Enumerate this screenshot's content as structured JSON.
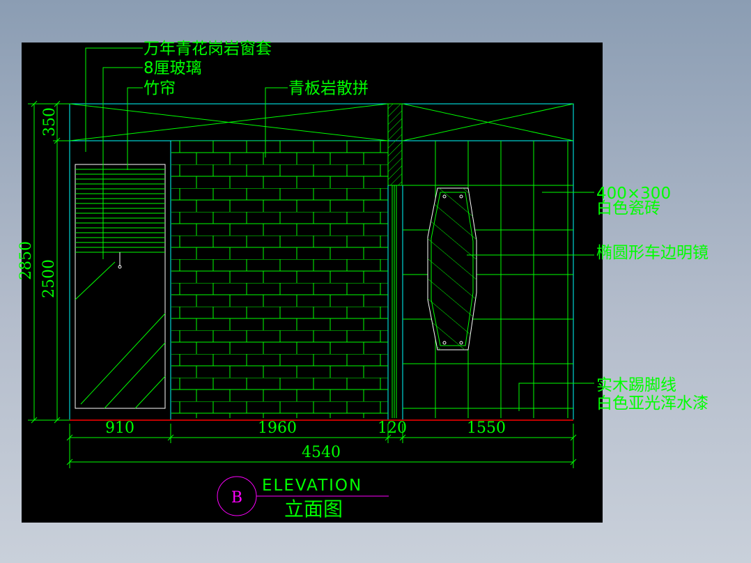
{
  "labels": {
    "window_frame": "万年青花岗岩窗套",
    "glass": "8厘玻璃",
    "bamboo_blind": "竹帘",
    "slate_wall": "青板岩散拼",
    "tile_size": "400×300",
    "tile_desc": "白色瓷砖",
    "mirror": "椭圆形车边明镜",
    "skirting": "实木踢脚线",
    "paint": "白色亚光浑水漆"
  },
  "dimensions": {
    "top_band": "350",
    "total_height": "2850",
    "wall_height": "2500",
    "seg1": "910",
    "seg2": "1960",
    "seg3": "120",
    "seg4": "1550",
    "total_width": "4540"
  },
  "title": {
    "marker": "B",
    "english": "ELEVATION",
    "chinese": "立面图"
  },
  "colors": {
    "line": "#00ff00",
    "outline": "#00ffff",
    "floor": "#ff0000",
    "title_ring": "#ff00ff",
    "label_text": "#00ff00",
    "canvas": "#000000"
  }
}
